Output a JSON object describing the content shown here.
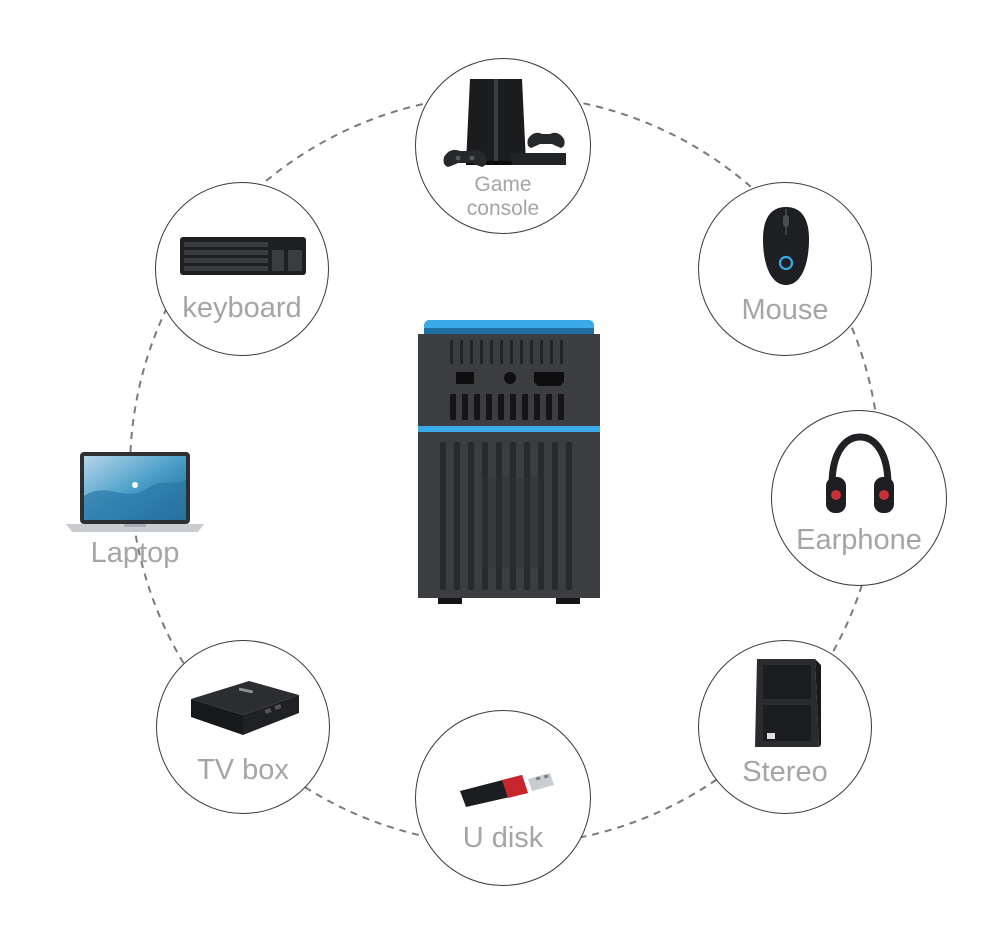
{
  "devices": {
    "game_console": {
      "label_line1": "Game",
      "label_line2": "console",
      "icon": "game-console-icon"
    },
    "mouse": {
      "label": "Mouse",
      "icon": "mouse-icon"
    },
    "earphone": {
      "label": "Earphone",
      "icon": "headphones-icon"
    },
    "stereo": {
      "label": "Stereo",
      "icon": "speaker-icon"
    },
    "u_disk": {
      "label": "U disk",
      "icon": "usb-drive-icon"
    },
    "tv_box": {
      "label": "TV box",
      "icon": "tv-box-icon"
    },
    "laptop": {
      "label": "Laptop",
      "icon": "laptop-icon"
    },
    "keyboard": {
      "label": "keyboard",
      "icon": "keyboard-icon"
    }
  },
  "center": {
    "icon": "projector-icon"
  },
  "colors": {
    "ring_stroke": "#7a7a7a",
    "node_border": "#3a3a3a",
    "label": "#a5a5a5",
    "accent_blue": "#3aa9e8",
    "device_body": "#3b3d40"
  }
}
